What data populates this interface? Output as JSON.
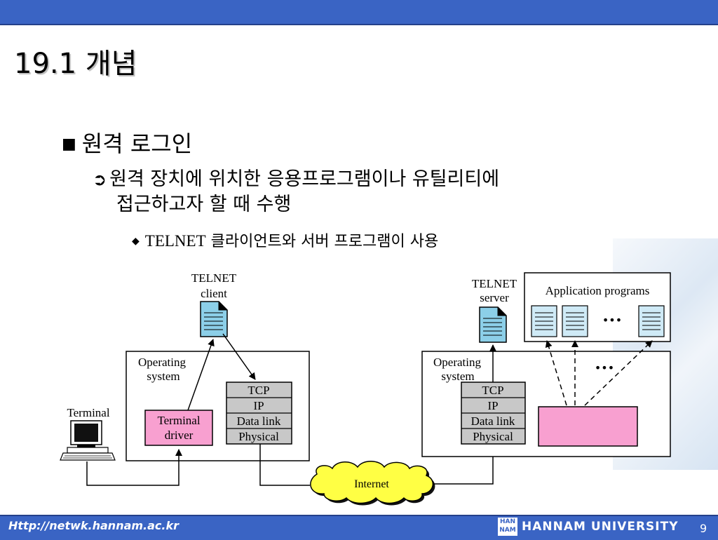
{
  "slide": {
    "title": "19.1 개념",
    "bullet1": "원격 로그인",
    "bullet2_line1": "원격 장치에 위치한 응용프로그램이나 유틸리티에",
    "bullet2_line2": "접근하고자 할 때 수행",
    "bullet3_en": "TELNET",
    "bullet3_ko": " 클라이언트와 서버 프로그램이 사용"
  },
  "diagram": {
    "client_label_1": "TELNET",
    "client_label_2": "client",
    "server_label_1": "TELNET",
    "server_label_2": "server",
    "os_left_1": "Operating",
    "os_left_2": "system",
    "os_right_1": "Operating",
    "os_right_2": "system",
    "terminal": "Terminal",
    "terminal_driver_1": "Terminal",
    "terminal_driver_2": "driver",
    "stack_left": [
      "TCP",
      "IP",
      "Data link",
      "Physical"
    ],
    "stack_right": [
      "TCP",
      "IP",
      "Data link",
      "Physical"
    ],
    "app_programs": "Application programs",
    "ellipsis_top": "•••",
    "ellipsis_mid": "•••",
    "internet": "Internet",
    "colors": {
      "pink": "#f8a0d0",
      "cloud": "#ffff44",
      "doc": "#8ccfe8",
      "stack": "#c8c8c8"
    }
  },
  "footer": {
    "url": "Http://netwk.hannam.ac.kr",
    "logo": "HAN NAM",
    "university": "HANNAM  UNIVERSITY",
    "page": "9"
  }
}
